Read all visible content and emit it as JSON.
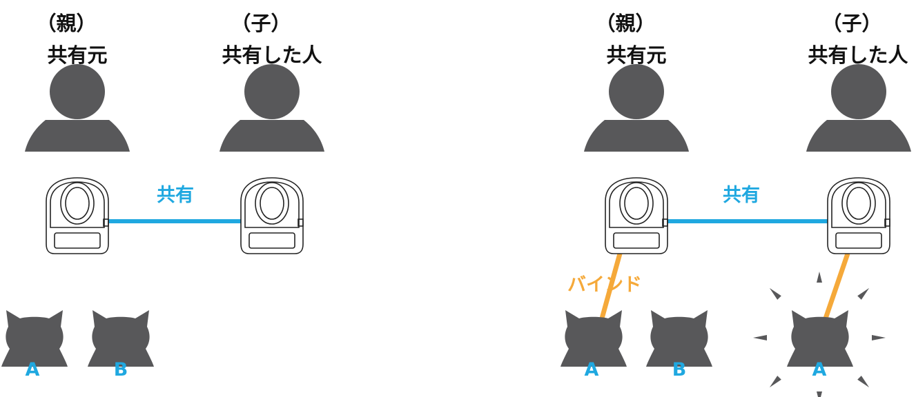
{
  "colors": {
    "person": "#58585a",
    "cat": "#58585a",
    "share_line": "#1fa8e0",
    "bind_line": "#f5a93a",
    "cat_letter": "#1fa8e0",
    "burst": "#58585a"
  },
  "left_scene": {
    "parent": {
      "role": "（親）",
      "title": "共有元"
    },
    "child": {
      "role": "（子）",
      "title": "共有した人"
    },
    "share_label": "共有",
    "cats": [
      "A",
      "B"
    ]
  },
  "right_scene": {
    "parent": {
      "role": "（親）",
      "title": "共有元"
    },
    "child": {
      "role": "（子）",
      "title": "共有した人"
    },
    "share_label": "共有",
    "bind_label": "バインド",
    "cats": [
      "A",
      "B"
    ],
    "child_cat": "A",
    "child_cat_icon": "highlight-burst-icon"
  }
}
